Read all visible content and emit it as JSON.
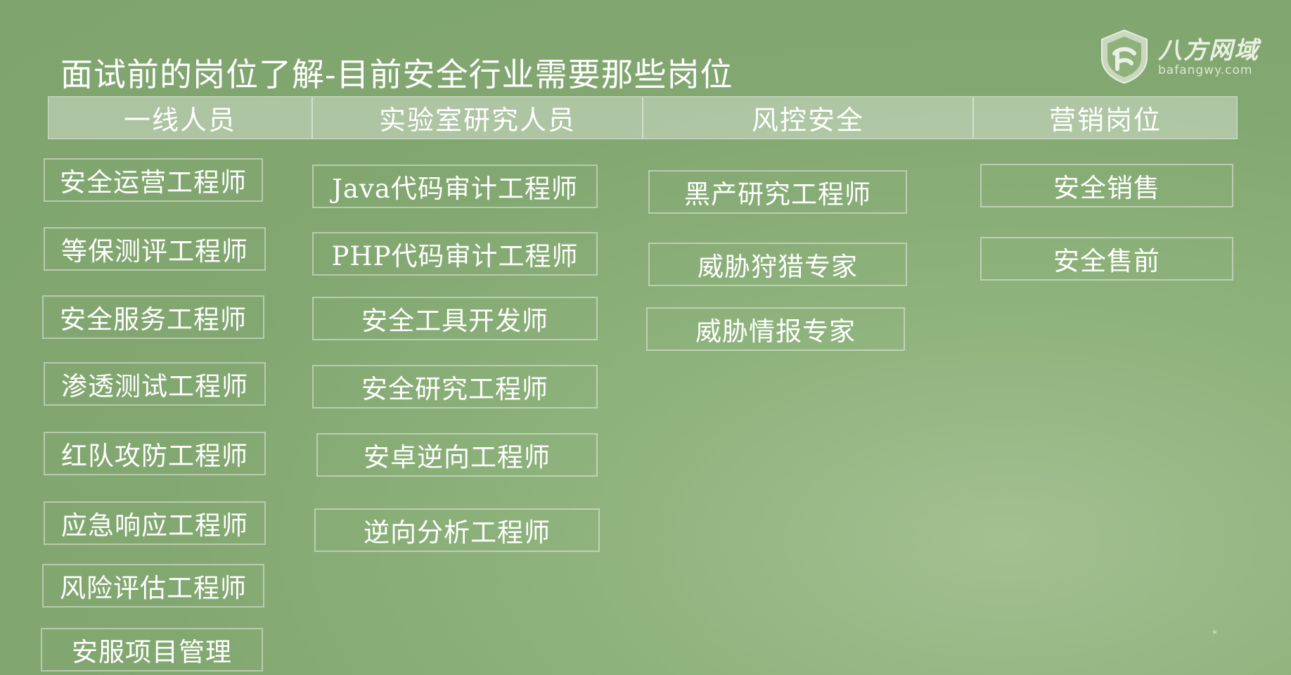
{
  "slide": {
    "title": "面试前的岗位了解-目前安全行业需要那些岗位",
    "logo": {
      "name": "八方网域",
      "url": "bafangwy.com",
      "icon": "shield-logo-icon"
    },
    "columns": [
      {
        "header": "一线人员",
        "roles": [
          "安全运营工程师",
          "等保测评工程师",
          "安全服务工程师",
          "渗透测试工程师",
          "红队攻防工程师",
          "应急响应工程师",
          "风险评估工程师",
          "安服项目管理"
        ]
      },
      {
        "header": "实验室研究人员",
        "roles": [
          "Java代码审计工程师",
          "PHP代码审计工程师",
          "安全工具开发师",
          "安全研究工程师",
          "安卓逆向工程师",
          "逆向分析工程师"
        ]
      },
      {
        "header": "风控安全",
        "roles": [
          "黑产研究工程师",
          "威胁狩猎专家",
          "威胁情报专家"
        ]
      },
      {
        "header": "营销岗位",
        "roles": [
          "安全销售",
          "安全售前"
        ]
      }
    ],
    "footer_mark": "*",
    "colors": {
      "background": "#82a771",
      "header_fill": "rgba(255,255,255,0.35)",
      "box_border": "rgba(255,255,255,0.42)",
      "text": "#ffffff"
    }
  }
}
